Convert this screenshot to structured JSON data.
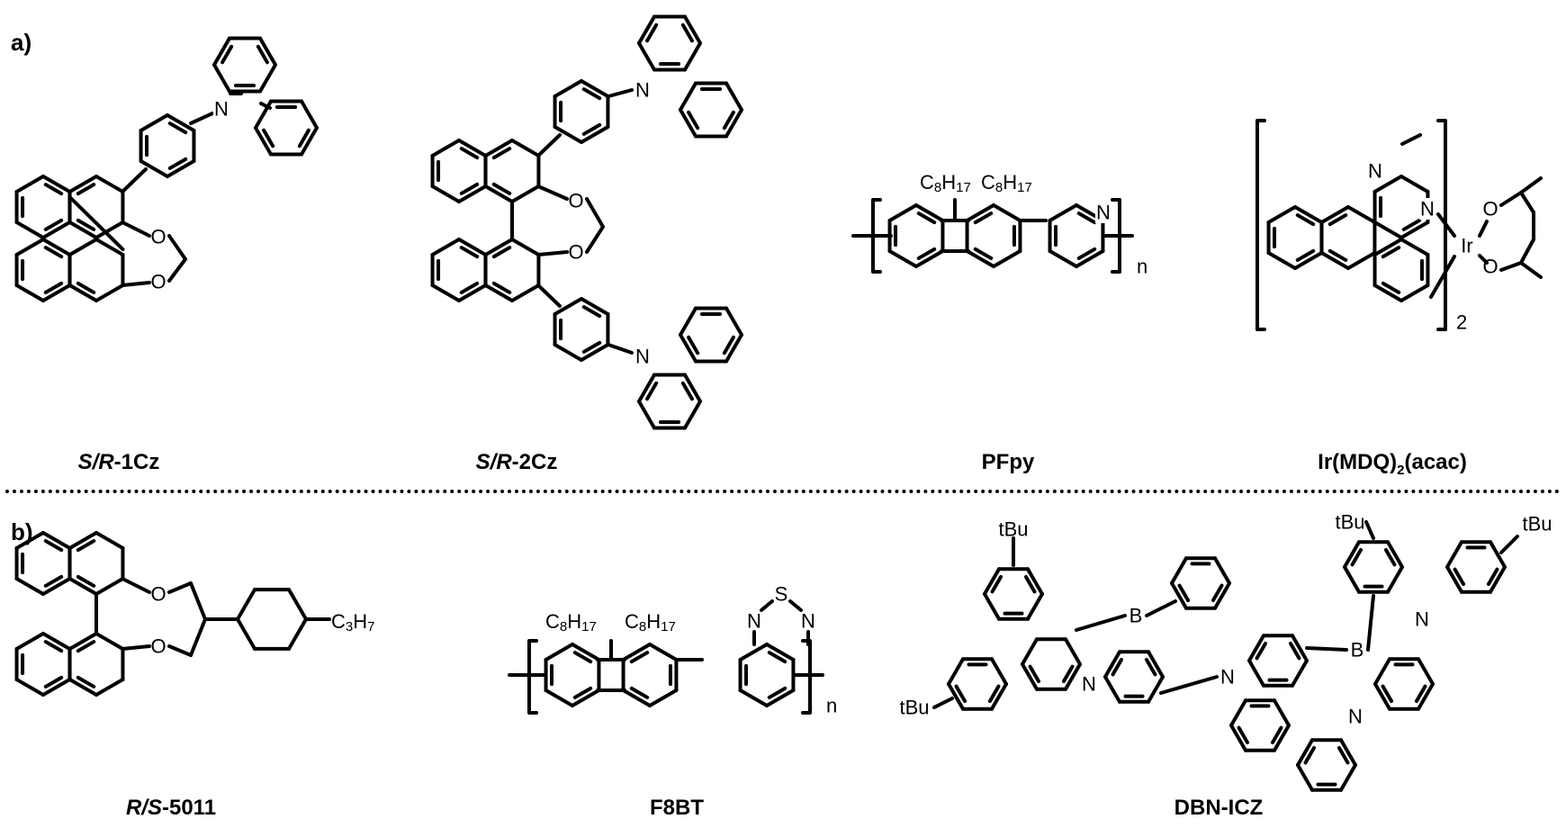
{
  "panels": {
    "a": {
      "label": "a)"
    },
    "b": {
      "label": "b)"
    }
  },
  "captions": {
    "s_r_1cz": {
      "stereo": "S/R",
      "rest": "-1Cz"
    },
    "s_r_2cz": {
      "stereo": "S/R",
      "rest": "-2Cz"
    },
    "pfpy": "PFpy",
    "ir_mdq": {
      "prefix": "Ir(MDQ)",
      "sub": "2",
      "suffix": "(acac)"
    },
    "r_s_5011": {
      "stereo": "R/S",
      "rest": "-5011"
    },
    "f8bt": "F8BT",
    "dbn_icz": "DBN-ICZ"
  },
  "atom_labels": {
    "N": "N",
    "O": "O",
    "S": "S",
    "B": "B",
    "Ir": "Ir",
    "tBu": "tBu",
    "C": "C",
    "H": "H",
    "c8": "8",
    "h17": "17",
    "c3": "3",
    "h7": "7",
    "n": "n",
    "two": "2"
  }
}
